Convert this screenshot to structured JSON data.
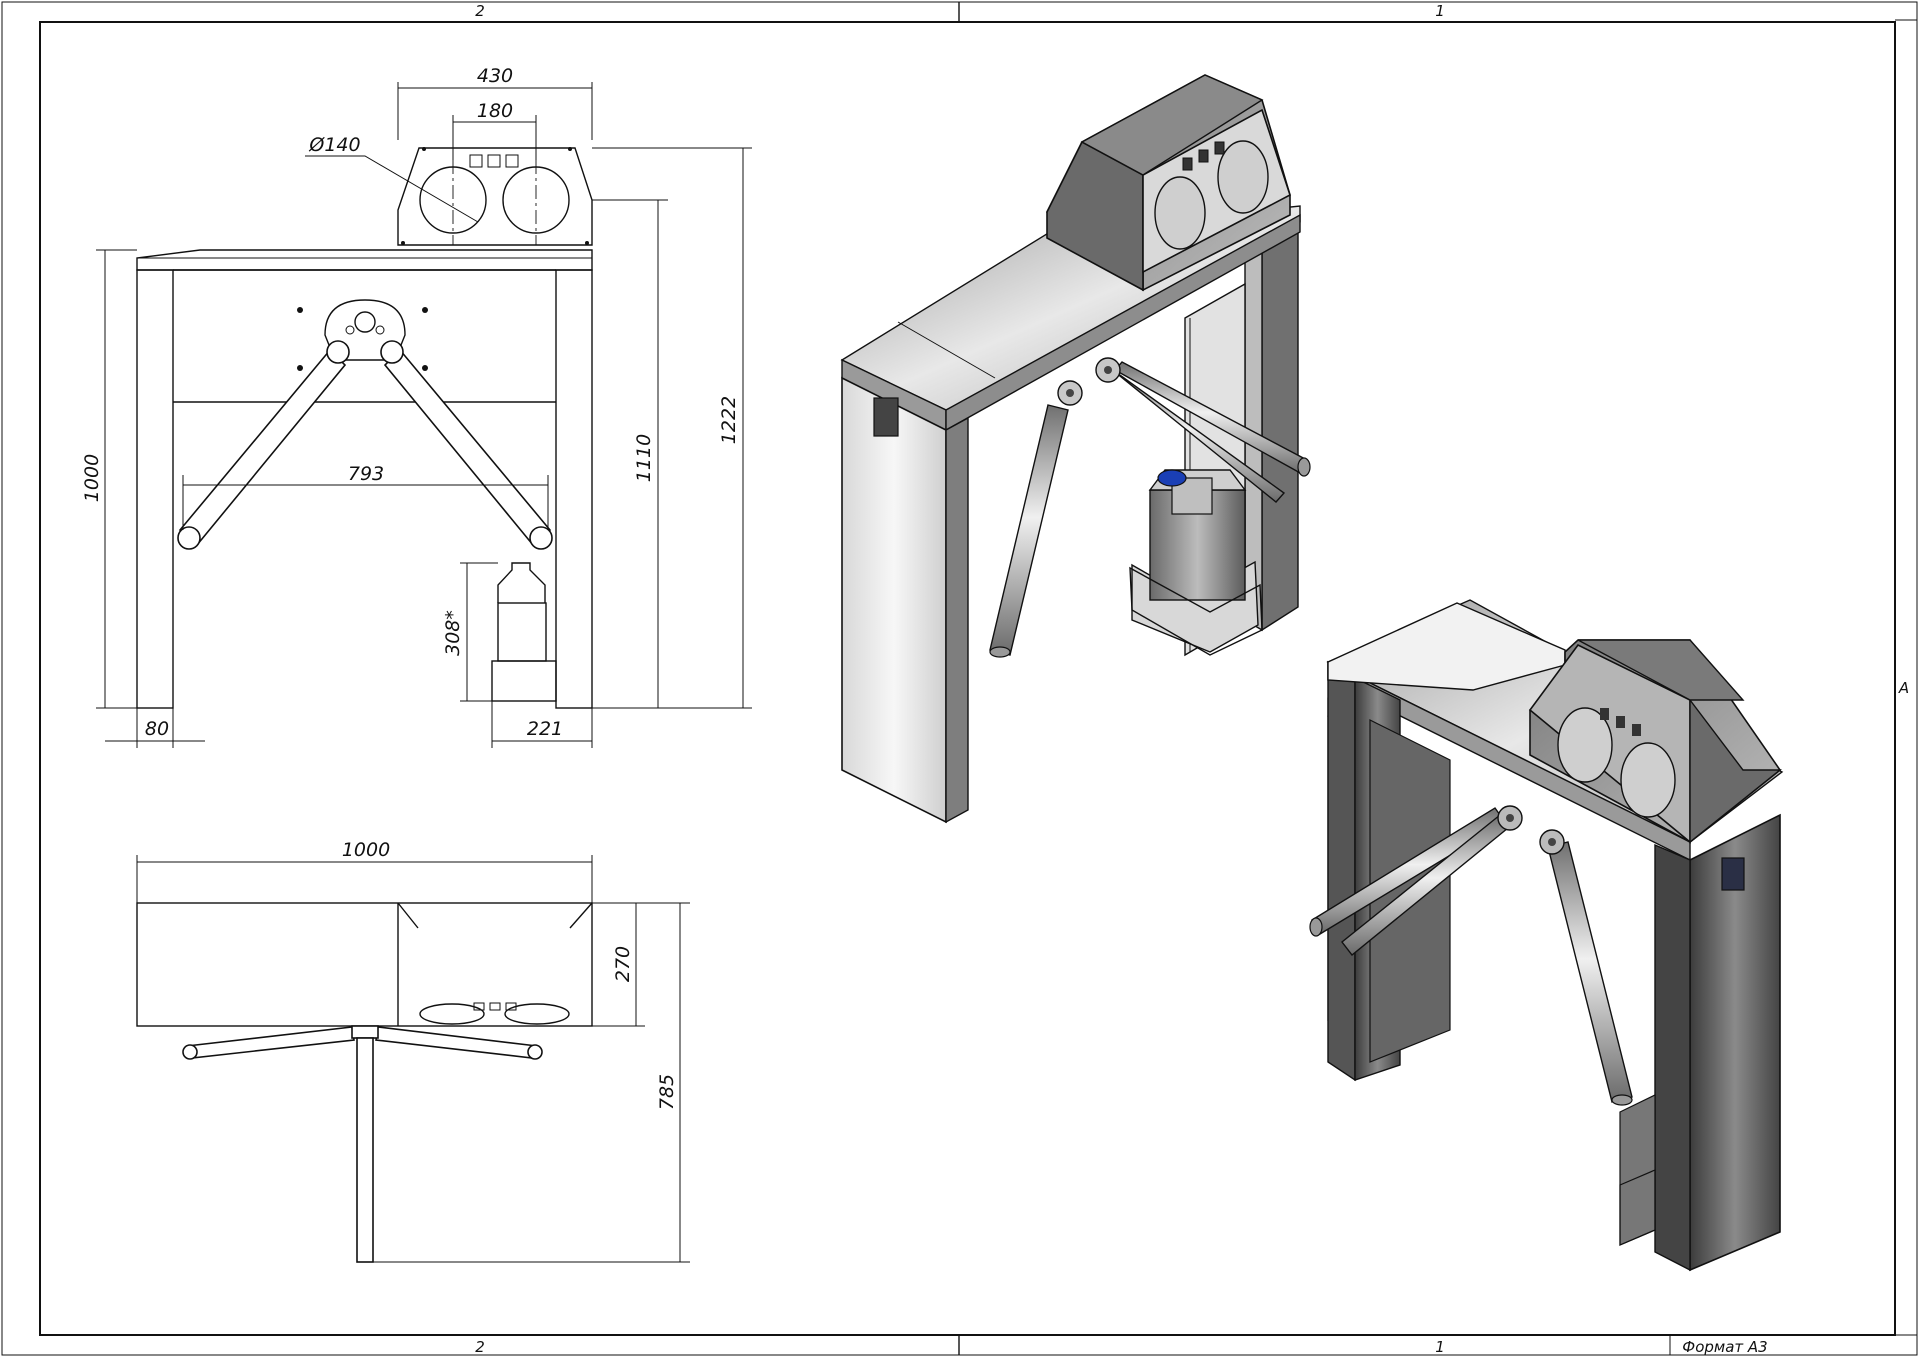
{
  "frame": {
    "zones_top": [
      "2",
      "1"
    ],
    "zones_bottom": [
      "2",
      "1"
    ],
    "zone_side": "A",
    "format": "Формат А3"
  },
  "dimensions": {
    "width_top": "430",
    "spacing_holes": "180",
    "hole_diameter": "Ø140",
    "height_total": "1000",
    "arm_span": "793",
    "height_1110": "1110",
    "height_1222": "1222",
    "canister_height": "308*",
    "post_width": "80",
    "tray_width": "221",
    "plan_length": "1000",
    "plan_depth": "270",
    "arm_length": "785"
  },
  "colors": {
    "line": "#111111",
    "background": "#ffffff",
    "steel_light": "#e6e6e6",
    "steel_dark": "#4a4a4a",
    "canister_cap": "#1a3fb5"
  }
}
